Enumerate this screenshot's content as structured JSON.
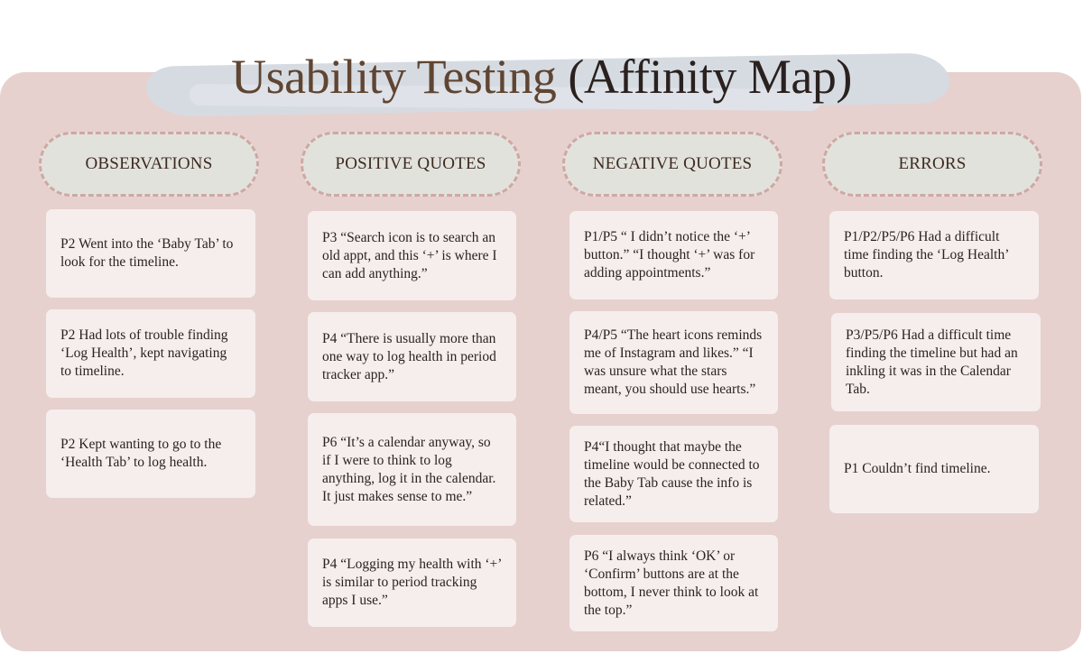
{
  "title": {
    "part1": "Usability Testing",
    "part2": "(Affinity Map)"
  },
  "columns": [
    {
      "header": "OBSERVATIONS",
      "notes": [
        "P2 Went into the ‘Baby Tab’ to look for the timeline.",
        "P2 Had lots of trouble finding ‘Log Health’, kept navigating to timeline.",
        "P2 Kept wanting to go to the ‘Health Tab’ to log health."
      ]
    },
    {
      "header": "POSITIVE QUOTES",
      "notes": [
        "P3 “Search icon is to search an old appt, and this ‘+’ is where I can add anything.”",
        "P4 “There is usually more than one way to log health in period tracker app.”",
        "P6 “It’s a calendar anyway, so if I were to think to log anything, log it in the calendar. It just makes sense to me.”",
        "P4 “Logging my health with ‘+’ is similar to period tracking apps I use.”"
      ]
    },
    {
      "header": "NEGATIVE QUOTES",
      "notes": [
        "P1/P5 “ I didn’t notice the ‘+’ button.” “I thought ‘+’ was for adding appointments.”",
        "P4/P5 “The heart icons reminds me of Instagram and likes.” “I was unsure what the stars meant, you should use hearts.”",
        "P4“I thought that maybe the timeline would be connected to the Baby Tab cause the info is related.”",
        "P6 “I always think ‘OK’ or ‘Confirm’ buttons are at the bottom, I never think to look at the top.”"
      ]
    },
    {
      "header": "ERRORS",
      "notes": [
        "P1/P2/P5/P6 Had a difficult time finding the ‘Log Health’ button.",
        "P3/P5/P6 Had a difficult time finding the timeline but had an inkling it was in the Calendar Tab.",
        "P1 Couldn’t find timeline."
      ]
    }
  ]
}
